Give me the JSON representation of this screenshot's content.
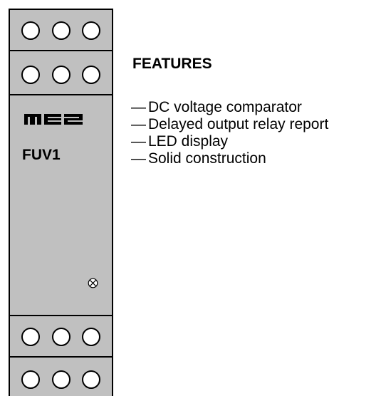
{
  "device": {
    "model": "FUV1",
    "logo_icon": "mes-logo-icon",
    "led_icon": "led-indicator-icon"
  },
  "features": {
    "title": "FEATURES",
    "bullet": "—",
    "items": [
      "DC voltage comparator",
      "Delayed output relay report",
      "LED display",
      "Solid construction"
    ]
  },
  "colors": {
    "housing": "#c0c0c0",
    "outline": "#000000",
    "screw": "#ffffff"
  }
}
